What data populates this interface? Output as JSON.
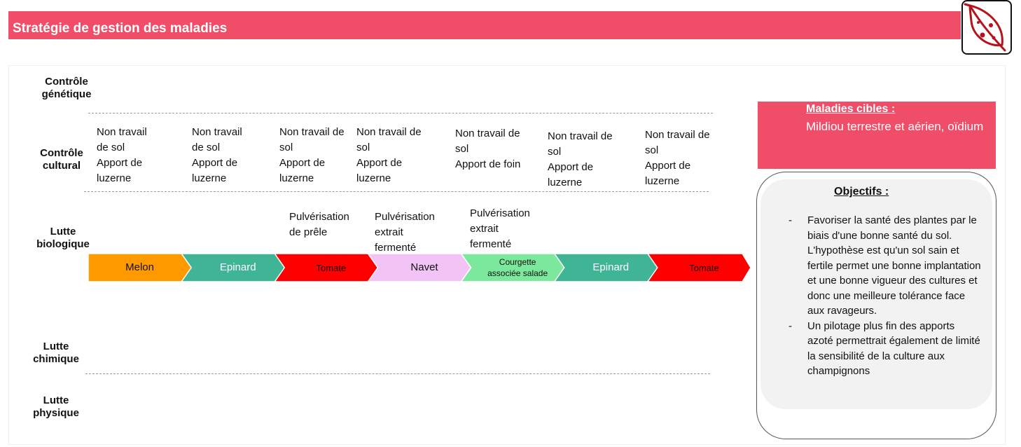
{
  "header": {
    "title": "Stratégie de gestion des maladies",
    "banner_color": "#f04d68",
    "logo_icon": "diseased-leaf-icon"
  },
  "rows": {
    "genetique": "Contrôle\ngénétique",
    "cultural": "Contrôle\ncultural",
    "biologique": "Lutte\nbiologique",
    "chimique": "Lutte\nchimique",
    "physique": "Lutte\nphysique"
  },
  "cultural_notes": [
    {
      "line1": "Non travail",
      "line2": "de sol",
      "line3": "Apport de",
      "line4": "luzerne"
    },
    {
      "line1": "Non travail",
      "line2": "de sol",
      "line3": "Apport de",
      "line4": "luzerne"
    },
    {
      "line1": "Non travail de",
      "line2": "sol",
      "line3": "Apport de",
      "line4": "luzerne"
    },
    {
      "line1": "Non travail de",
      "line2": "sol",
      "line3": "Apport de",
      "line4": "luzerne"
    },
    {
      "line1": "Non travail de",
      "line2": "sol",
      "line3": "Apport de foin",
      "line4": ""
    },
    {
      "line1": "Non travail de",
      "line2": "sol",
      "line3": "Apport de",
      "line4": "luzerne"
    },
    {
      "line1": "Non travail de",
      "line2": "sol",
      "line3": "Apport de",
      "line4": "luzerne"
    }
  ],
  "bio_notes": [
    {
      "line1": "Pulvérisation",
      "line2": "de prêle",
      "line3": ""
    },
    {
      "line1": "Pulvérisation",
      "line2": "extrait",
      "line3": "fermenté"
    },
    {
      "line1": "Pulvérisation",
      "line2": "extrait",
      "line3": "fermenté"
    }
  ],
  "crops": [
    {
      "label": "Melon",
      "color": "#ff9900",
      "text_color": "#111111"
    },
    {
      "label": "Epinard",
      "color": "#3fb596",
      "text_color": "#ffffff"
    },
    {
      "label": "Tomate",
      "color": "#ff0000",
      "text_color": "#111111"
    },
    {
      "label": "Navet",
      "color": "#f2c4f5",
      "text_color": "#111111"
    },
    {
      "label": "Courgette\nassociée salade",
      "color": "#7be89b",
      "text_color": "#111111"
    },
    {
      "label": "Epinard",
      "color": "#3fb596",
      "text_color": "#ffffff"
    },
    {
      "label": "Tomate",
      "color": "#ff0000",
      "text_color": "#111111"
    }
  ],
  "targets": {
    "title": "Maladies cibles :",
    "text": "Mildiou terrestre et aérien, oïdium"
  },
  "objectives": {
    "title": "Objectifs :",
    "bullet": "-",
    "items": [
      "Favoriser la santé des plantes par le biais d'une bonne santé du sol. L'hypothèse est qu'un sol sain et fertile permet une bonne implantation et une bonne vigueur des cultures et donc une meilleure tolérance face aux ravageurs.",
      "Un pilotage plus fin des apports azoté permettrait également de limité la sensibilité de la culture aux champignons"
    ]
  }
}
